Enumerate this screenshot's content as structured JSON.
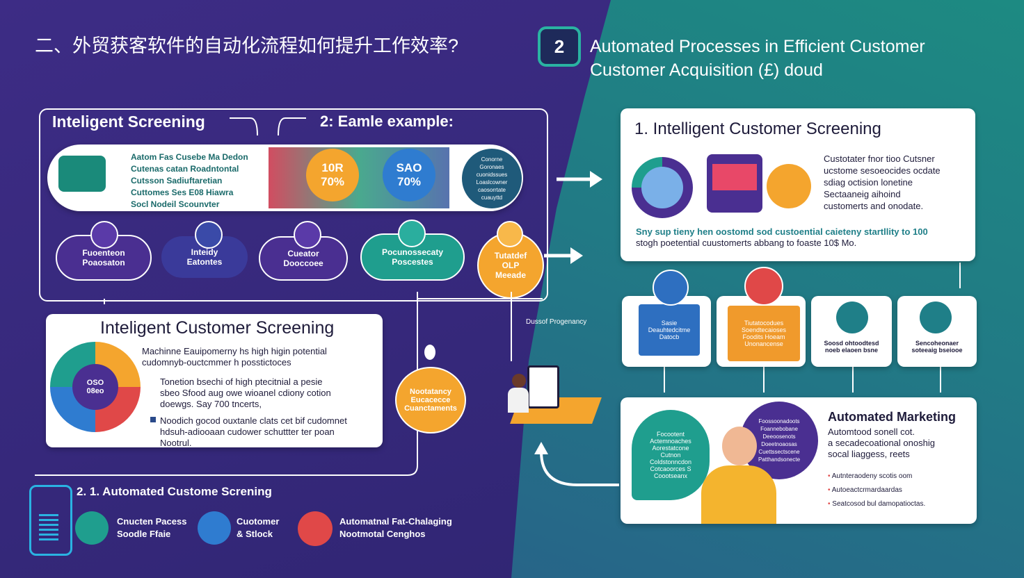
{
  "header": {
    "cn_title": "二、外贸获客软件的自动化流程如何提升工作效率?",
    "badge_number": "2",
    "en_title_line1": "Automated Processes in Efficient Customer",
    "en_title_line2": "Customer Acquisition (£) doud"
  },
  "left_panel": {
    "title": "Inteligent Screening",
    "example_label": "2: Eamle example:",
    "banner_lines": [
      "Aatom Fas Cusebe Ma Dedon",
      "Cutenas catan Roadntontal",
      "Cutsson Sadiuftaretian",
      "Cuttomes Ses E08 Hiawra",
      "Socl Nodeil Scounvter"
    ],
    "rate1": "10R\n70%",
    "rate2": "SAO\n70%",
    "banner_right_lines": [
      "Conorne",
      "Goronaes",
      "cuonidssues",
      "Loaslcowner",
      "caosorrtate",
      "cuauyttd"
    ],
    "pills": [
      {
        "label": "Fuoenteon\nPoaosaton"
      },
      {
        "label": "Inteidy\nEatontes"
      },
      {
        "label": "Cueator\nDooccoee"
      },
      {
        "label": "Pocunossecaty\nPoscestes"
      },
      {
        "label": "Tutatdef\nOLP\nMeeade"
      }
    ]
  },
  "screening_card": {
    "title": "Inteligent Customer Screening",
    "donut_center": "OSO\n08eo",
    "line1": "Machinne Eauipomerny hs high higin potential",
    "line2": "cudomnyb-ouctcmmer h posstictoces",
    "line3": "Tonetion bsechi of high ptecitnial a pesie",
    "line4": "sbeo Sfood aug owe wioanel cdiony cotion",
    "line5": "doewgs. Say 700 tncerts,",
    "line6": "Noodich gocod ouxtanle clats cet bif cudomnet",
    "line7": "hdsuh-adiooaan cudower schuttter ter poan",
    "line8": "Nootrul."
  },
  "middle": {
    "orange_circle": "Nootatancy\nEucacecce\nCuanctaments",
    "small_label": "Dussof Progenancy"
  },
  "bottom_left": {
    "title": "2. 1. Automated Custome Screning",
    "items": [
      {
        "label": "Cnucten Pacess\nSoodle Ffaie",
        "color": "#1f9e8e"
      },
      {
        "label": "Cuotomer\n& Stlock",
        "color": "#2f7cd0"
      },
      {
        "label": "Automatnal Fat-Chalaging\nNootmotal Cenghos",
        "color": "#e04848"
      }
    ]
  },
  "right_top_card": {
    "title": "1. Intelligent Customer Screening",
    "lines": [
      "Custotater fnor tioo Cutsner",
      "ucstome sesoeocides ocdate",
      "sdiag octision lonetine",
      "Sectaaneig aihoind",
      "customerts and onodate."
    ],
    "footer1": "Sny sup tieny hen oostomd sod custoential caieteny startllity to 100",
    "footer2": "stogh poetential cuustomerts abbang to foaste 10$ Mo."
  },
  "right_mid_cards": [
    {
      "label": "Sasie\nDeauhtedcitme\nDatocb",
      "color": "#2e6fc0"
    },
    {
      "label": "Tiutatocodues\nSoendtecaioses\nFoodits Hoeam\nUnonancense",
      "color": "#f09a2c"
    },
    {
      "label": "Soosd ohtoodtesd\nnoeb elaoen bsne",
      "color": "#1f7f88"
    },
    {
      "label": "Sencoheonaer\nsoteeaig bseiooe",
      "color": "#1f7f88"
    }
  ],
  "right_bottom_card": {
    "title": "Automated Marketing",
    "lines": [
      "Automtood sonell cot.",
      "a secadecoational onoshig",
      "socal liaggess, reets"
    ],
    "bullets": [
      "Autnteraodeny scotis oom",
      "Autoeactcrmardaardas",
      "Seatcosod bul damopatioctas."
    ],
    "bubble_green": "Focootent\nActemnoaches\nAorestatcone\nCutnon\nColdstonncdon\nCotcaoorces S\nCoootseanx",
    "bubble_purple": "Foossoonadoots\nFoannebobane\nDeeoosenots\nDoeetnoaosas\nCuettssectscene\nPatthandsonecte"
  },
  "colors": {
    "purple": "#4a2f91",
    "teal": "#1f9e8e",
    "orange": "#f4a52e",
    "blue": "#2f7cd0",
    "red": "#e04848"
  }
}
